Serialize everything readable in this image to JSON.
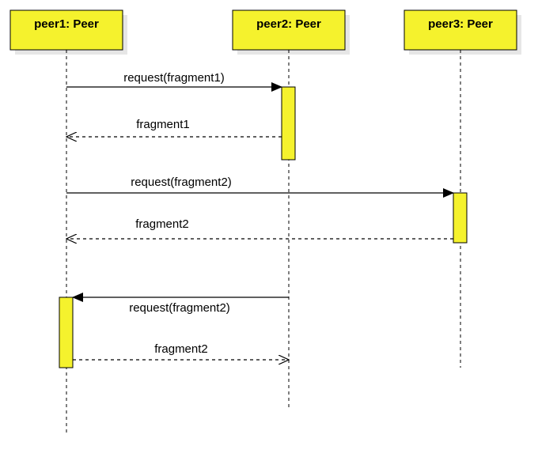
{
  "participants": [
    {
      "id": "peer1",
      "label": "peer1: Peer"
    },
    {
      "id": "peer2",
      "label": "peer2: Peer"
    },
    {
      "id": "peer3",
      "label": "peer3: Peer"
    }
  ],
  "messages": [
    {
      "from": "peer1",
      "to": "peer2",
      "kind": "sync",
      "label": "request(fragment1)"
    },
    {
      "from": "peer2",
      "to": "peer1",
      "kind": "return",
      "label": "fragment1"
    },
    {
      "from": "peer1",
      "to": "peer3",
      "kind": "sync",
      "label": "request(fragment2)"
    },
    {
      "from": "peer3",
      "to": "peer1",
      "kind": "return",
      "label": "fragment2"
    },
    {
      "from": "peer2",
      "to": "peer1",
      "kind": "sync",
      "label": "request(fragment2)"
    },
    {
      "from": "peer1",
      "to": "peer2",
      "kind": "return",
      "label": "fragment2"
    }
  ],
  "activations": [
    {
      "participant": "peer2",
      "from_message": 0,
      "to_message": 1
    },
    {
      "participant": "peer3",
      "from_message": 2,
      "to_message": 3
    },
    {
      "participant": "peer1",
      "from_message": 4,
      "to_message": 5
    }
  ],
  "colors": {
    "box_fill": "#f5f22d",
    "activation_fill": "#f5f22d",
    "line": "#000000",
    "shadow": "#e6e6e6"
  }
}
